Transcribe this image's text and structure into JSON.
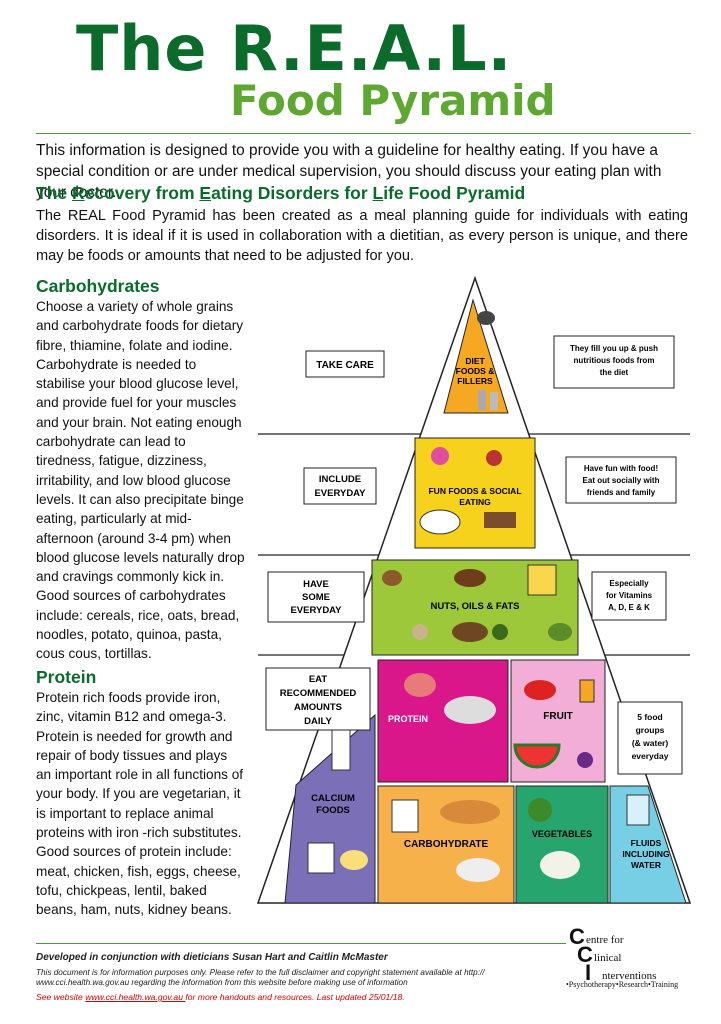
{
  "title": {
    "line1": "The R.E.A.L.",
    "line2": "Food Pyramid"
  },
  "intro": "This information is designed to provide you with a guideline for healthy eating. If you have a special condition or are under medical supervision, you should discuss your eating plan with your doctor.",
  "real_heading": {
    "p1": "The ",
    "r": "R",
    "p2": "ecovery from ",
    "e": "E",
    "p3": "ating Disorders for ",
    "l": "L",
    "p4": "ife Food Pyramid"
  },
  "real_description": "The REAL Food Pyramid has been created as a meal planning guide for individuals with eating disorders. It is ideal if it is used in collaboration with a dietitian, as every person is unique, and there may be foods or amounts that need to be adjusted for you.",
  "carbohydrates": {
    "heading": "Carbohydrates",
    "text": "Choose a variety of whole grains and carbohydrate foods for dietary fibre, thiamine, folate and iodine. Carbohydrate is needed to stabilise your blood glucose level, and provide fuel for your muscles and your brain. Not eating enough carbohydrate can lead to tiredness, fatigue, dizziness, irritability, and low blood glucose levels. It can also precipitate binge eating, particularly at mid-afternoon (around 3-4 pm) when blood glucose levels naturally drop and cravings commonly kick in. Good sources of carbohydrates include: cereals, rice, oats, bread, noodles, potato, quinoa, pasta, cous cous, tortillas."
  },
  "protein": {
    "heading": "Protein",
    "text": "Protein rich foods provide iron, zinc, vitamin B12 and omega-3. Protein is needed for growth and repair of body tissues and plays an important role in all functions of your body. If you are vegetarian, it is important to replace animal proteins with iron -rich substitutes. Good sources of protein include: meat, chicken, fish, eggs, cheese, tofu, chickpeas, lentil, baked beans, ham, nuts, kidney beans."
  },
  "pyramid": {
    "diet": [
      "DIET",
      "FOODS &",
      "FILLERS"
    ],
    "fun": [
      "FUN FOODS & SOCIAL",
      "EATING"
    ],
    "nuts": "NUTS, OILS & FATS",
    "protein": "PROTEIN",
    "fruit": "FRUIT",
    "calcium": [
      "CALCIUM",
      "FOODS"
    ],
    "carbohydrate": "CARBOHYDRATE",
    "vegetables": "VEGETABLES",
    "fluids": [
      "FLUIDS",
      "INCLUDING",
      "WATER"
    ]
  },
  "side_labels": {
    "take_care": "TAKE CARE",
    "include_everyday": [
      "INCLUDE",
      "EVERYDAY"
    ],
    "have_some": [
      "HAVE",
      "SOME",
      "EVERYDAY"
    ],
    "eat_recommended": [
      "EAT",
      "RECOMMENDED",
      "AMOUNTS",
      "DAILY"
    ],
    "fill_you_up": [
      "They fill you up & push",
      "nutritious foods from",
      "the diet"
    ],
    "have_fun": [
      "Have fun with food!",
      "Eat out socially with",
      "friends and family"
    ],
    "vitamins": [
      "Especially",
      "for Vitamins",
      "A, D, E & K"
    ],
    "five_groups": [
      "5 food",
      "groups",
      "(& water)",
      "everyday"
    ]
  },
  "footer": {
    "developed": "Developed in conjunction with dieticians Susan Hart and Caitlin McMaster",
    "disclaimer": "This document is for information purposes only. Please refer to the full disclaimer and copyright statement available at http:// www.cci.health.wa.gov.au regarding the information from this website before making use of information",
    "see_website_pre": "See website ",
    "url": "www.cci.health.wa.gov.au ",
    "see_website_post": "for more handouts and resources. Last updated 25/01/18."
  },
  "logo": {
    "line1": "entre for",
    "line2": "linical",
    "line3": "nterventions",
    "sub": "•Psychotherapy•Research•Training"
  },
  "colors": {
    "title_dark": "#0b6b2a",
    "title_light": "#5ea832",
    "diet": "#f7a823",
    "fun": "#f6d21c",
    "nuts": "#9cc83a",
    "protein": "#d9178b",
    "fruit": "#f2aed6",
    "calcium": "#7b6fb8",
    "carbohydrate": "#f7b14b",
    "vegetables": "#27a56f",
    "fluids": "#77cfe6"
  }
}
